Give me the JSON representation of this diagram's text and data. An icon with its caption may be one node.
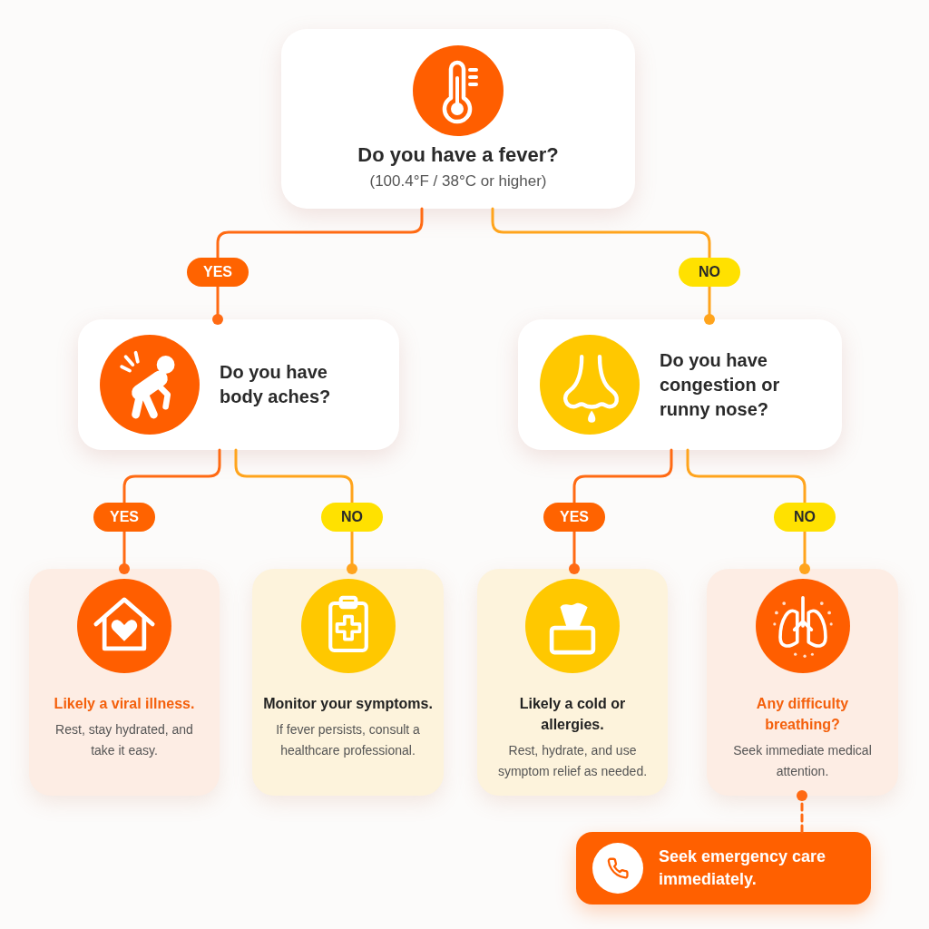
{
  "diagram": {
    "nodes": [
      {
        "text": [
          "Do you have a fever?",
          "(100.4°F / 38°C or higher)"
        ]
      },
      {
        "text": [
          "Do you have body aches?"
        ]
      },
      {
        "text": [
          "Do you have congestion or runny nose?"
        ]
      },
      {
        "text": [
          "Likely a viral illness.",
          "Rest, stay hydrated, and take it easy."
        ]
      },
      {
        "text": [
          "Monitor your symptoms.",
          "If fever persists, consult a healthcare professional."
        ]
      },
      {
        "text": [
          "Likely a cold or allergies.",
          "Rest, hydrate, and use symptom relief as needed."
        ]
      },
      {
        "text": [
          "Any difficulty breathing?",
          "Seek immediate medical attention."
        ]
      },
      {
        "text": [
          "Seek emergency care immediately."
        ]
      }
    ],
    "edges": [
      {
        "from": 0,
        "to": 1,
        "arrow": "other",
        "label": "YES"
      },
      {
        "from": 0,
        "to": 2,
        "arrow": "other",
        "label": "NO",
        "color": "#ffa41c"
      },
      {
        "from": 1,
        "to": 3,
        "arrow": "other",
        "label": "YES"
      },
      {
        "from": 1,
        "to": 4,
        "arrow": "other",
        "label": "NO",
        "color": "#ffa41c"
      },
      {
        "from": 2,
        "to": 5,
        "arrow": "other",
        "label": "YES"
      },
      {
        "from": 2,
        "to": 6,
        "arrow": "other",
        "label": "NO",
        "color": "#ffa41c"
      },
      {
        "from": 7,
        "to": 6,
        "arrow": "other",
        "style": "dashed"
      }
    ]
  }
}
